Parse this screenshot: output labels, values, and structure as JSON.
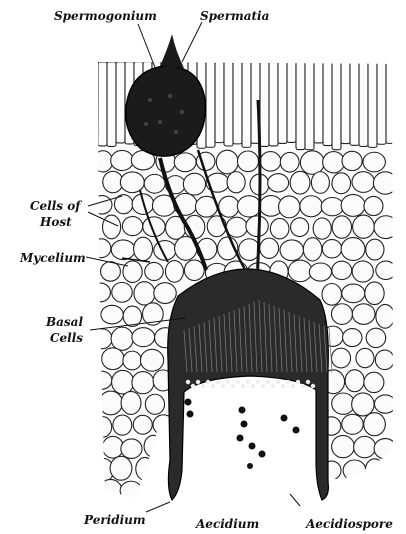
{
  "labels": {
    "spermogonium": "Spermogonium",
    "spermatia": "Spermatia",
    "cells_of_host_1": "Cells of",
    "cells_of_host_2": "Host",
    "mycelium": "Mycelium",
    "basal_cells_1": "Basal",
    "basal_cells_2": "Cells",
    "peridium": "Peridium",
    "aecidium": "Aecidium",
    "aecidiospore": "Aecidiospore"
  }
}
